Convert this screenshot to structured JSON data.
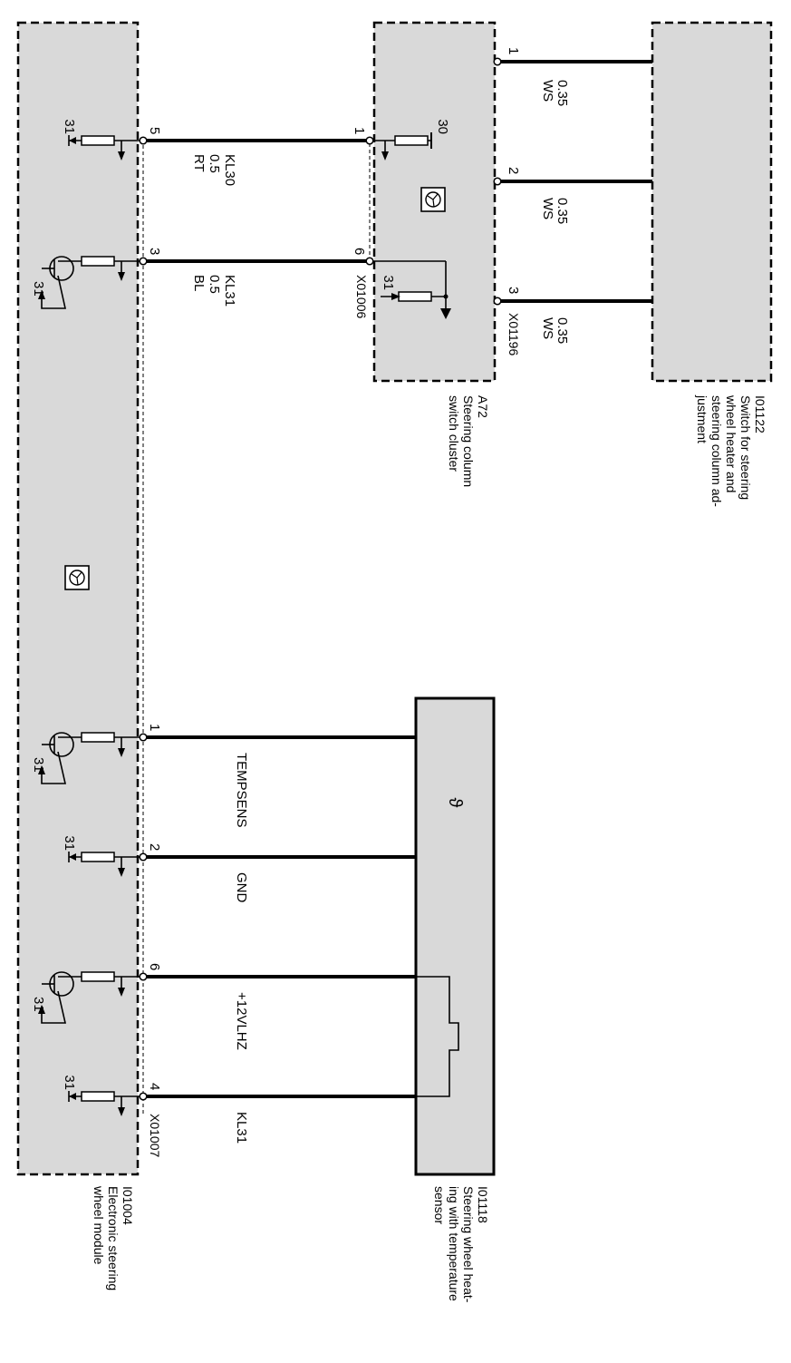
{
  "colors": {
    "module_fill": "#d9d9d9",
    "wire": "#000000",
    "background": "#ffffff"
  },
  "modules": {
    "esm": {
      "id": "I01004",
      "name_line1": "Electronic steering",
      "name_line2": "wheel module",
      "connector": "X01007"
    },
    "a72": {
      "id": "A72",
      "name_line1": "Steering column",
      "name_line2": "switch cluster",
      "connector_left": "X01006",
      "connector_right": "X01196"
    },
    "switch": {
      "id": "I01122",
      "name_line1": "Switch for steering",
      "name_line2": "wheel heater and",
      "name_line3": "steering column ad-",
      "name_line4": "justment"
    },
    "heater": {
      "id": "I01118",
      "name_line1": "Steering wheel heat-",
      "name_line2": "ing with temperature",
      "name_line3": "sensor",
      "symbol": "ϑ"
    }
  },
  "wires": {
    "kl30": {
      "pin_esm": "5",
      "pin_a72": "1",
      "signal": "KL30",
      "cross_section": "0.5",
      "color": "RT"
    },
    "kl31_a": {
      "pin_esm": "3",
      "pin_a72": "6",
      "signal": "KL31",
      "cross_section": "0.5",
      "color": "BL"
    },
    "sw1": {
      "pin": "1",
      "cross_section": "0.35",
      "color": "WS"
    },
    "sw2": {
      "pin": "2",
      "cross_section": "0.35",
      "color": "WS"
    },
    "sw3": {
      "pin": "3",
      "cross_section": "0.35",
      "color": "WS"
    },
    "tempsens": {
      "pin": "1",
      "signal": "TEMPSENS"
    },
    "gnd": {
      "pin": "2",
      "signal": "GND"
    },
    "plus12": {
      "pin": "6",
      "signal": "+12VLHZ"
    },
    "kl31_b": {
      "pin": "4",
      "signal": "KL31"
    }
  },
  "terminals": {
    "t31": "31",
    "t30": "30"
  }
}
